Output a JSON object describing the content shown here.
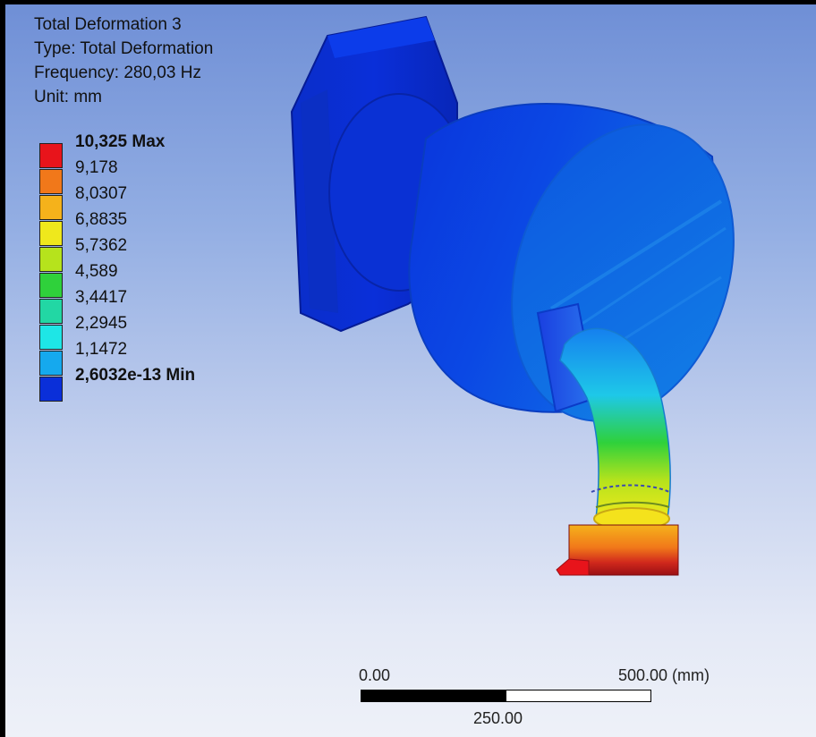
{
  "header": {
    "title": "Total Deformation 3",
    "type_line": "Type: Total Deformation",
    "frequency_line": "Frequency: 280,03 Hz",
    "unit_line": "Unit: mm"
  },
  "legend": {
    "entries": [
      {
        "label": "10,325 Max",
        "color": "#e8141b",
        "bold": true
      },
      {
        "label": "9,178",
        "color": "#f1781a"
      },
      {
        "label": "8,0307",
        "color": "#f5b21b"
      },
      {
        "label": "6,8835",
        "color": "#efe81c"
      },
      {
        "label": "5,7362",
        "color": "#b6e31c"
      },
      {
        "label": "4,589",
        "color": "#2fd13b"
      },
      {
        "label": "3,4417",
        "color": "#22d7a4"
      },
      {
        "label": "2,2945",
        "color": "#1ee6e6"
      },
      {
        "label": "1,1472",
        "color": "#15a9ee"
      },
      {
        "label": "2,6032e-13 Min",
        "color": "#0a2fd9",
        "bold": true
      }
    ]
  },
  "scale_bar": {
    "left_label": "0.00",
    "right_label": "500.00 (mm)",
    "mid_label": "250.00"
  },
  "colors": {
    "max": "#e8141b",
    "min": "#0a2fd9",
    "background_top": "#6f8fd6",
    "background_bottom": "#eef1f8"
  }
}
